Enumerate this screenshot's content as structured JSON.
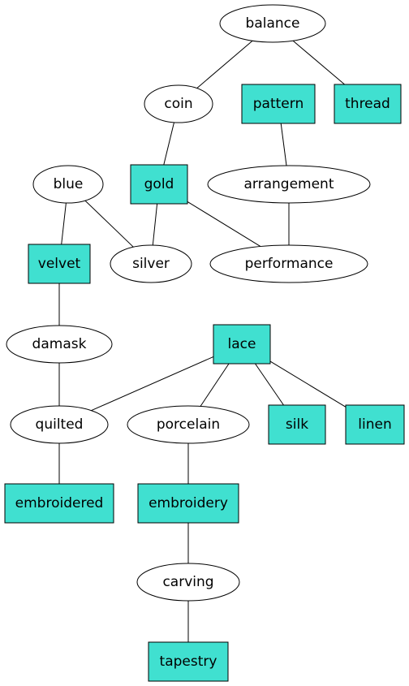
{
  "colors": {
    "box_fill": "#40e0d0",
    "ellipse_fill": "#ffffff",
    "stroke": "#000000"
  },
  "nodes": [
    {
      "id": "balance",
      "label": "balance",
      "shape": "ellipse"
    },
    {
      "id": "coin",
      "label": "coin",
      "shape": "ellipse"
    },
    {
      "id": "pattern",
      "label": "pattern",
      "shape": "box"
    },
    {
      "id": "thread",
      "label": "thread",
      "shape": "box"
    },
    {
      "id": "blue",
      "label": "blue",
      "shape": "ellipse"
    },
    {
      "id": "gold",
      "label": "gold",
      "shape": "box"
    },
    {
      "id": "arrangement",
      "label": "arrangement",
      "shape": "ellipse"
    },
    {
      "id": "velvet",
      "label": "velvet",
      "shape": "box"
    },
    {
      "id": "silver",
      "label": "silver",
      "shape": "ellipse"
    },
    {
      "id": "performance",
      "label": "performance",
      "shape": "ellipse"
    },
    {
      "id": "damask",
      "label": "damask",
      "shape": "ellipse"
    },
    {
      "id": "lace",
      "label": "lace",
      "shape": "box"
    },
    {
      "id": "quilted",
      "label": "quilted",
      "shape": "ellipse"
    },
    {
      "id": "porcelain",
      "label": "porcelain",
      "shape": "ellipse"
    },
    {
      "id": "silk",
      "label": "silk",
      "shape": "box"
    },
    {
      "id": "linen",
      "label": "linen",
      "shape": "box"
    },
    {
      "id": "embroidered",
      "label": "embroidered",
      "shape": "box"
    },
    {
      "id": "embroidery",
      "label": "embroidery",
      "shape": "box"
    },
    {
      "id": "carving",
      "label": "carving",
      "shape": "ellipse"
    },
    {
      "id": "tapestry",
      "label": "tapestry",
      "shape": "box"
    }
  ],
  "edges": [
    [
      "balance",
      "coin"
    ],
    [
      "balance",
      "thread"
    ],
    [
      "coin",
      "gold"
    ],
    [
      "pattern",
      "arrangement"
    ],
    [
      "blue",
      "velvet"
    ],
    [
      "blue",
      "silver"
    ],
    [
      "gold",
      "silver"
    ],
    [
      "gold",
      "performance"
    ],
    [
      "arrangement",
      "performance"
    ],
    [
      "velvet",
      "damask"
    ],
    [
      "damask",
      "quilted"
    ],
    [
      "lace",
      "quilted"
    ],
    [
      "lace",
      "porcelain"
    ],
    [
      "lace",
      "silk"
    ],
    [
      "lace",
      "linen"
    ],
    [
      "quilted",
      "embroidered"
    ],
    [
      "porcelain",
      "embroidery"
    ],
    [
      "embroidery",
      "carving"
    ],
    [
      "carving",
      "tapestry"
    ]
  ]
}
